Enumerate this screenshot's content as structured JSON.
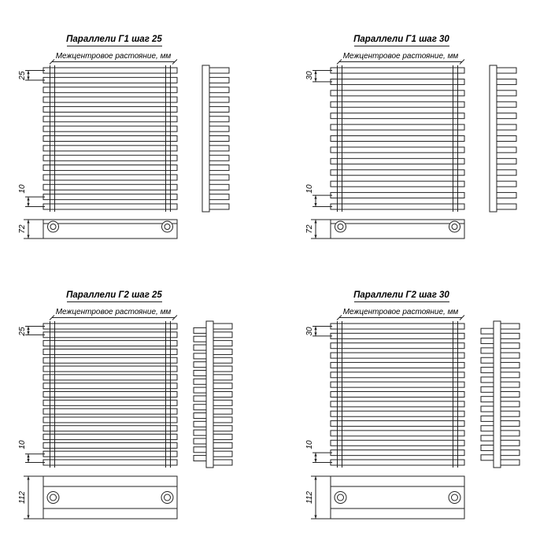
{
  "diagram": {
    "sheet_background": "#ffffff",
    "line_color": "#222222",
    "quadrants": [
      {
        "title": "Параллели Г1 шаг 25",
        "subtitle": "Межцентровое растояние, мм",
        "dim_step": "25",
        "dim_gap": "10",
        "dim_base": "72",
        "tube_count": 15,
        "rows": "single"
      },
      {
        "title": "Параллели Г1 шаг 30",
        "subtitle": "Межцентровое растояние, мм",
        "dim_step": "30",
        "dim_gap": "10",
        "dim_base": "72",
        "tube_count": 13,
        "rows": "single"
      },
      {
        "title": "Параллели Г2 шаг 25",
        "subtitle": "Межцентровое растояние, мм",
        "dim_step": "25",
        "dim_gap": "10",
        "dim_base": "112",
        "tube_count": 17,
        "rows": "double"
      },
      {
        "title": "Параллели Г2 шаг 30",
        "subtitle": "Межцентровое растояние, мм",
        "dim_step": "30",
        "dim_gap": "10",
        "dim_base": "112",
        "tube_count": 15,
        "rows": "double"
      }
    ]
  }
}
